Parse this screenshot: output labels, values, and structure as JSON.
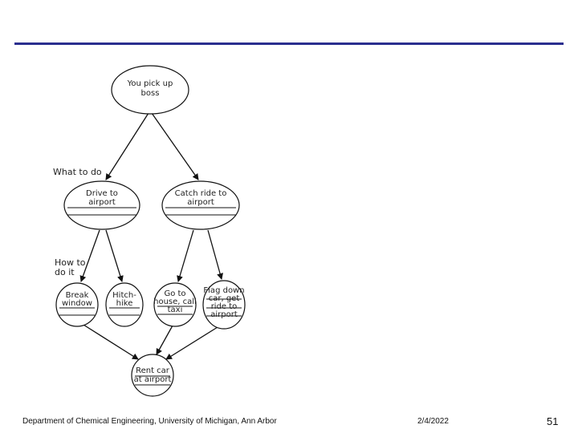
{
  "diagram": {
    "root": {
      "lines": [
        "You pick up",
        "boss"
      ]
    },
    "label_what": "What to do",
    "label_how": [
      "How to",
      "do it"
    ],
    "options": [
      {
        "lines": [
          "Drive to",
          "airport"
        ]
      },
      {
        "lines": [
          "Catch ride to",
          "airport"
        ]
      }
    ],
    "methods": [
      {
        "lines": [
          "Break",
          "window"
        ]
      },
      {
        "lines": [
          "Hitch-",
          "hike"
        ]
      },
      {
        "lines": [
          "Go to",
          "house, call",
          "taxi"
        ]
      },
      {
        "lines": [
          "Flag down",
          "car, get",
          "ride to",
          "airport"
        ]
      }
    ],
    "goal": {
      "lines": [
        "Rent car",
        "at airport"
      ]
    }
  },
  "footer": {
    "department": "Department of Chemical Engineering, University of Michigan, Ann Arbor",
    "date": "2/4/2022",
    "page": "51"
  }
}
